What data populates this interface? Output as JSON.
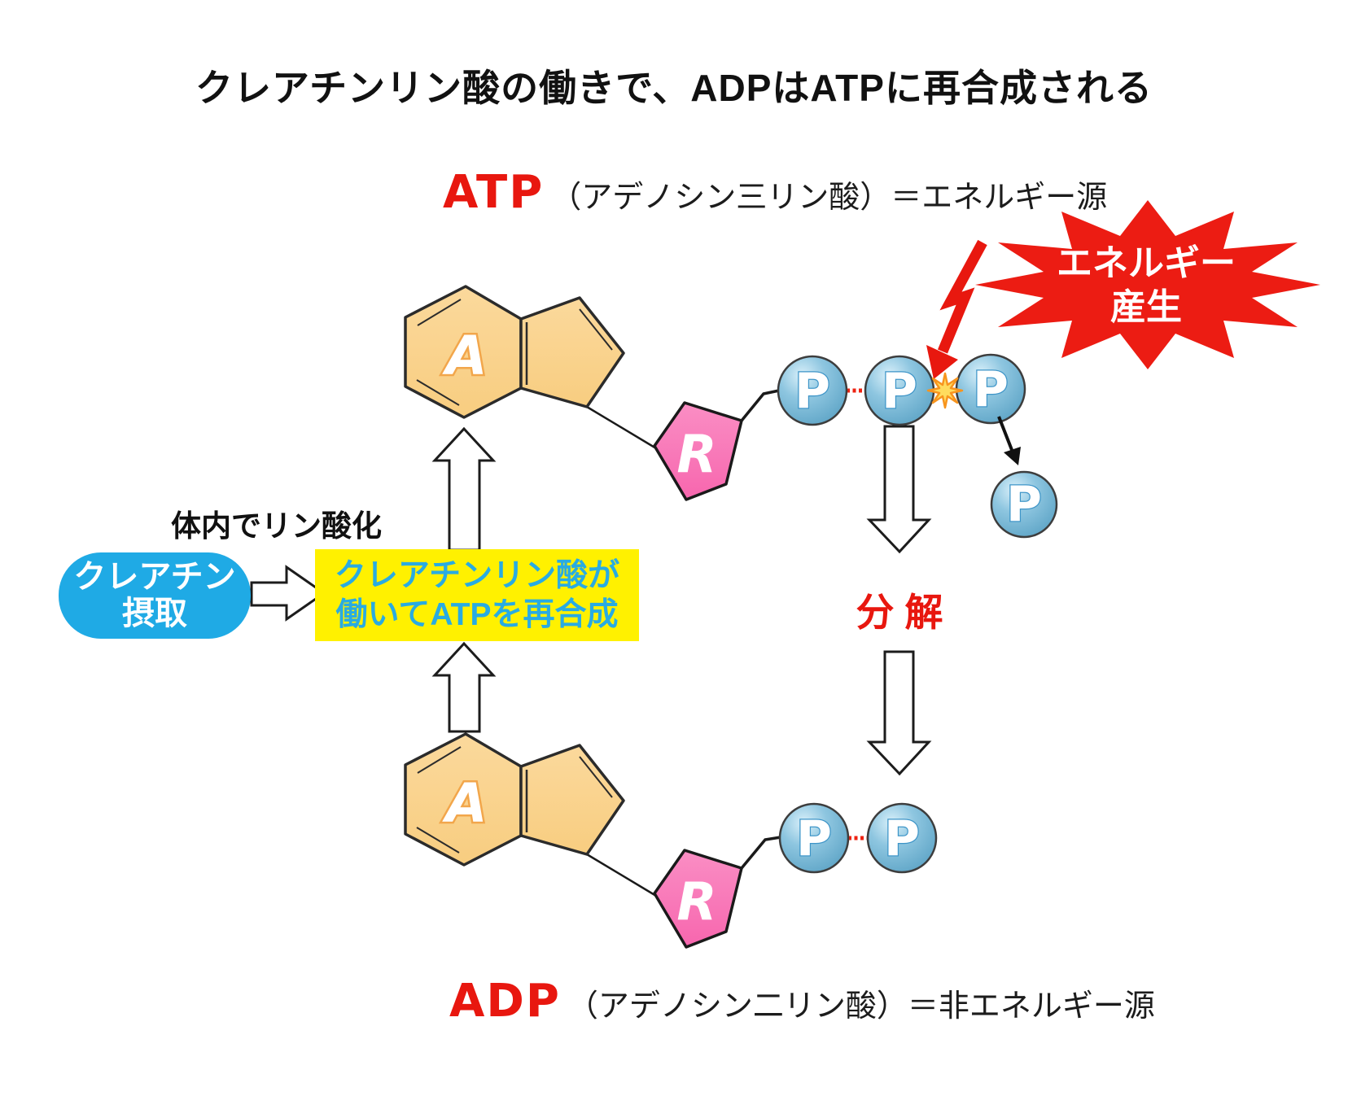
{
  "title": "クレアチンリン酸の働きで、ADPはATPに再合成される",
  "atp": {
    "abbr": "ATP",
    "description": "（アデノシン三リン酸）＝エネルギー源"
  },
  "adp": {
    "abbr": "ADP",
    "description": "（アデノシン二リン酸）＝非エネルギー源"
  },
  "energy_burst": {
    "line1": "エネルギー",
    "line2": "産生"
  },
  "decomposition_label": "分 解",
  "phosphorylation_label": "体内でリン酸化",
  "creatine_box": {
    "line1": "クレアチン",
    "line2": "摂取"
  },
  "resynthesis_box": {
    "line1": "クレアチンリン酸が",
    "line2": "働いてATPを再合成"
  },
  "molecule": {
    "adenine_label": "A",
    "ribose_label": "R",
    "phosphate_label": "P"
  },
  "colors": {
    "accent_red": "#e8170f",
    "burst_red": "#ec1c13",
    "bright_blue": "#1faae5",
    "box_yellow": "#fff100",
    "box_text_blue": "#29abe2",
    "adenine_fill": "#fad48e",
    "ribose_fill": "#f878b9",
    "phosphate_fill": "#7fbfdc",
    "bond_red": "#ee2211",
    "spark_yellow": "#ffdc5e"
  }
}
